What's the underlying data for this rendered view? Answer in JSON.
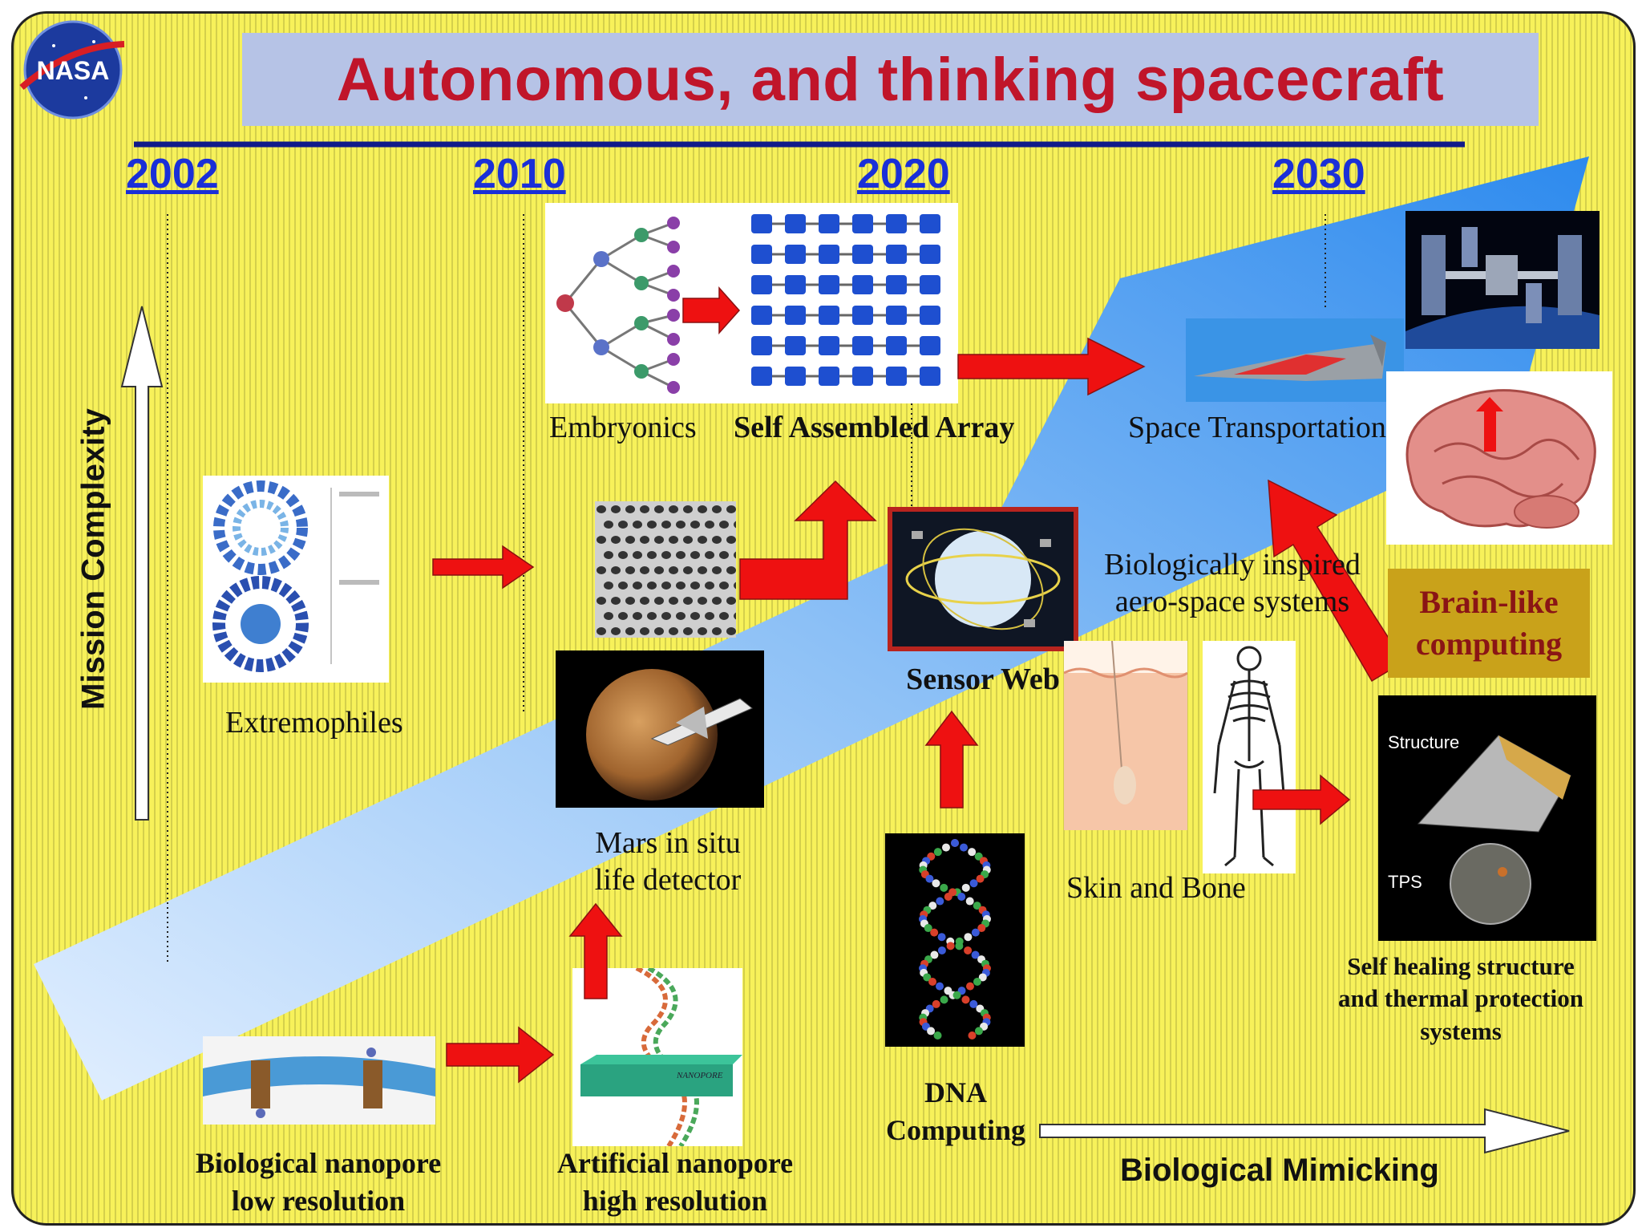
{
  "title": "Autonomous, and thinking spacecraft",
  "logo_text": "NASA",
  "years": [
    "2002",
    "2010",
    "2020",
    "2030"
  ],
  "axis": {
    "y_label": "Mission Complexity",
    "x_label": "Biological Mimicking"
  },
  "nodes": {
    "extremophiles": "Extremophiles",
    "embryonics": "Embryonics",
    "self_assembled_array": "Self Assembled Array",
    "space_transportation": "Space Transportation",
    "bio_aero_line1": "Biologically inspired",
    "bio_aero_line2": "aero-space systems",
    "brain_like_line1": "Brain-like",
    "brain_like_line2": "computing",
    "sensor_web": "Sensor Web",
    "mars_line1": "Mars in situ",
    "mars_line2": "life detector",
    "skin_bone": "Skin and Bone",
    "self_healing_line1": "Self healing structure",
    "self_healing_line2": "and thermal protection",
    "self_healing_line3": "systems",
    "dna_line1": "DNA",
    "dna_line2": "Computing",
    "bio_nanopore_line1": "Biological nanopore",
    "bio_nanopore_line2": "low resolution",
    "art_nanopore_line1": "Artificial nanopore",
    "art_nanopore_line2": "high resolution"
  },
  "image_labels": {
    "structure": "Structure",
    "tps": "TPS",
    "nanopore_chip": "NANOPORE"
  },
  "colors": {
    "background": "#f7f15a",
    "title_text": "#c0152a",
    "title_bar": "#b6c3e6",
    "year_text": "#1a2fd8",
    "arrow_red": "#ee1111",
    "band_blue": "#3f95f0"
  }
}
